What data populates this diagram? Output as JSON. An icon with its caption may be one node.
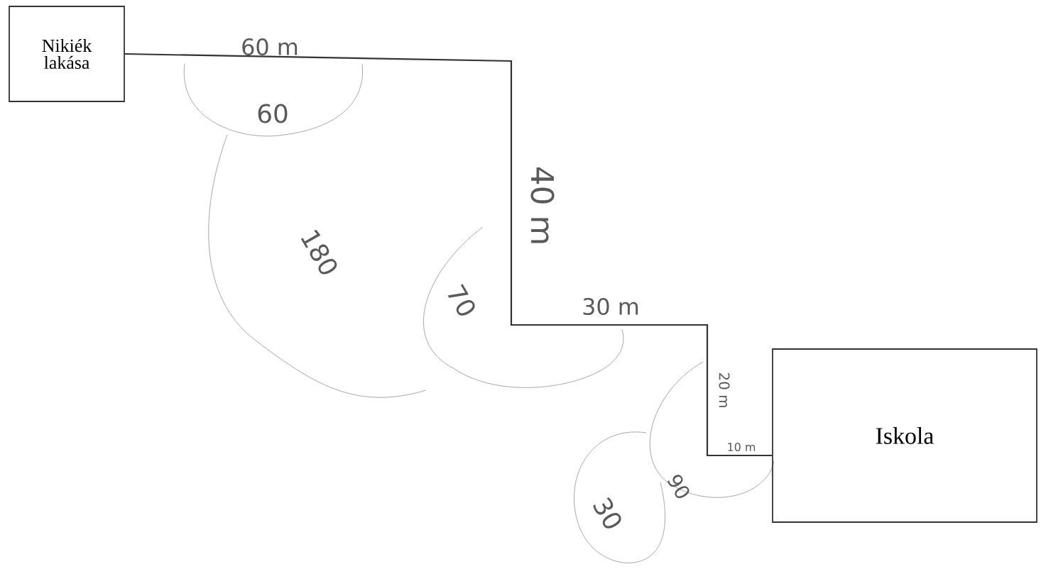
{
  "diagram": {
    "nodes": [
      {
        "text": [
          "Nikiék lakása"
        ]
      },
      {
        "text": [
          "Iskola"
        ]
      }
    ],
    "edges": [
      {
        "from": 0,
        "to": 1,
        "arrow": "none"
      }
    ],
    "labels": [
      "60 m",
      "60",
      "40 m",
      "180",
      "30 m",
      "70",
      "20 m",
      "10 m",
      "90",
      "30"
    ]
  }
}
